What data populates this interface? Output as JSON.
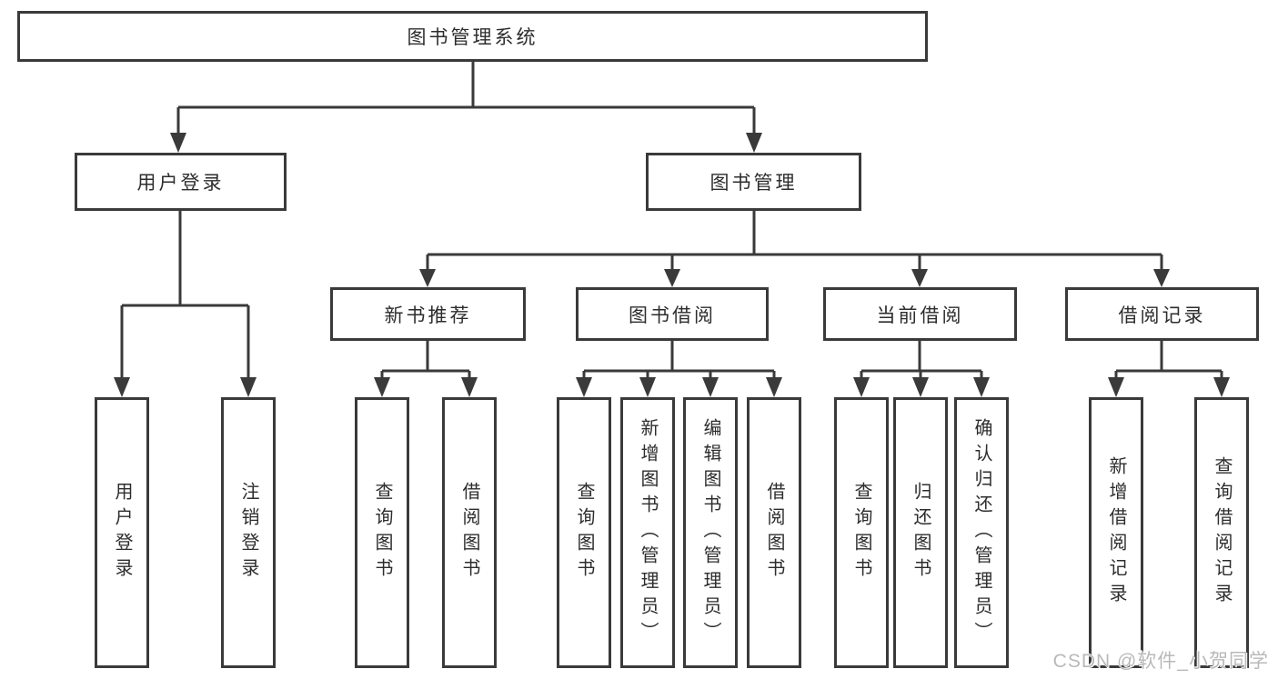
{
  "diagram": {
    "title": "图书管理系统",
    "root": {
      "label": "图书管理系统"
    },
    "level2": [
      {
        "label": "用户登录"
      },
      {
        "label": "图书管理"
      }
    ],
    "level3": [
      {
        "label": "新书推荐",
        "parent": "图书管理"
      },
      {
        "label": "图书借阅",
        "parent": "图书管理"
      },
      {
        "label": "当前借阅",
        "parent": "图书管理"
      },
      {
        "label": "借阅记录",
        "parent": "图书管理"
      }
    ],
    "leaves": [
      {
        "label": "用户登录",
        "parent": "用户登录"
      },
      {
        "label": "注销登录",
        "parent": "用户登录"
      },
      {
        "label": "查询图书",
        "parent": "新书推荐"
      },
      {
        "label": "借阅图书",
        "parent": "新书推荐"
      },
      {
        "label": "查询图书",
        "parent": "图书借阅"
      },
      {
        "label": "新增图书（管理员）",
        "parent": "图书借阅"
      },
      {
        "label": "编辑图书（管理员）",
        "parent": "图书借阅"
      },
      {
        "label": "借阅图书",
        "parent": "图书借阅"
      },
      {
        "label": "查询图书",
        "parent": "当前借阅"
      },
      {
        "label": "归还图书",
        "parent": "当前借阅"
      },
      {
        "label": "确认归还（管理员）",
        "parent": "当前借阅"
      },
      {
        "label": "新增借阅记录",
        "parent": "借阅记录"
      },
      {
        "label": "查询借阅记录",
        "parent": "借阅记录"
      }
    ]
  },
  "watermark": {
    "text": "CSDN @软件_小贺同学"
  },
  "colors": {
    "line": "#3a3a3a",
    "text": "#2d2d2d",
    "box_background": "#ffffff",
    "watermark": "#b9b9b9",
    "background": "#ffffff"
  }
}
